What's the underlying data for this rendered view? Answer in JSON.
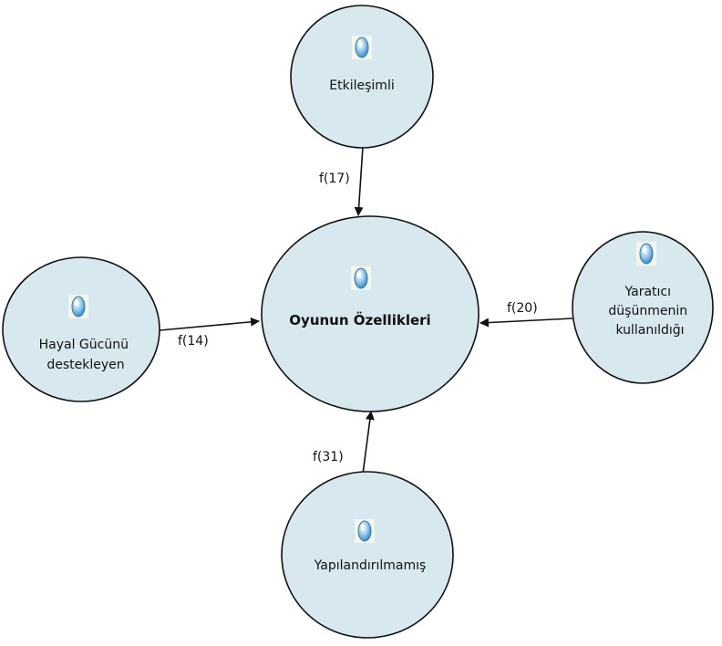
{
  "colors": {
    "node_fill": "#d7e8ee",
    "node_stroke": "#111111",
    "arrow": "#111111",
    "icon_light": "#e9f7ff",
    "icon_dark": "#2f7fc4"
  },
  "icon": "oval-gem-icon",
  "center": {
    "label": "Oyunun Özellikleri"
  },
  "nodes": {
    "top": {
      "lines": [
        "Etkileşimli"
      ]
    },
    "left": {
      "lines": [
        "Hayal Gücünü",
        "destekleyen"
      ]
    },
    "right": {
      "lines": [
        "Yaratıcı",
        "düşünmenin",
        "kullanıldığı"
      ]
    },
    "bottom": {
      "lines": [
        "Yapılandırılmamış"
      ]
    }
  },
  "edges": {
    "top": {
      "label": "f(17)"
    },
    "left": {
      "label": "f(14)"
    },
    "right": {
      "label": "f(20)"
    },
    "bottom": {
      "label": "f(31)"
    }
  }
}
